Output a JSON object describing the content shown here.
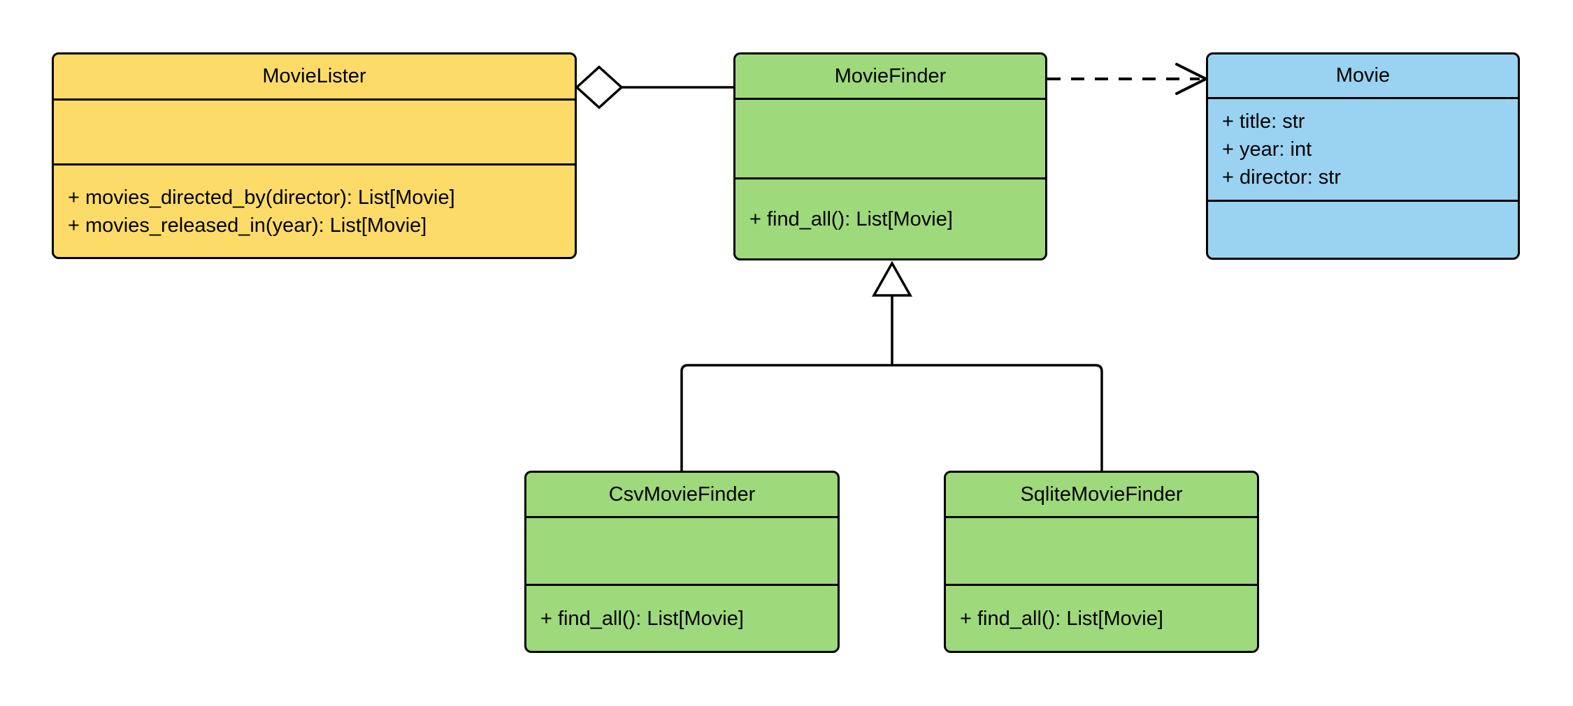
{
  "diagram": {
    "kind": "uml-class-diagram",
    "colors": {
      "class_yellow": "#fddb69",
      "class_green": "#9ed97c",
      "class_blue": "#9ad2f1",
      "stroke": "#000000",
      "background": "#ffffff"
    },
    "classes": [
      {
        "name": "MovieLister",
        "color": "#fddb69",
        "attributes": [],
        "methods": [
          "+ movies_directed_by(director): List[Movie]",
          "+ movies_released_in(year): List[Movie]"
        ]
      },
      {
        "name": "MovieFinder",
        "color": "#9ed97c",
        "attributes": [],
        "methods": [
          "+ find_all(): List[Movie]"
        ]
      },
      {
        "name": "Movie",
        "color": "#9ad2f1",
        "attributes": [
          "+ title: str",
          "+ year: int",
          "+ director: str"
        ],
        "methods": []
      },
      {
        "name": "CsvMovieFinder",
        "color": "#9ed97c",
        "attributes": [],
        "methods": [
          "+ find_all(): List[Movie]"
        ]
      },
      {
        "name": "SqliteMovieFinder",
        "color": "#9ed97c",
        "attributes": [],
        "methods": [
          "+ find_all(): List[Movie]"
        ]
      }
    ],
    "relationships": [
      {
        "type": "aggregation",
        "from": "MovieLister",
        "to": "MovieFinder",
        "marker": "hollow-diamond",
        "line": "solid"
      },
      {
        "type": "dependency",
        "from": "MovieFinder",
        "to": "Movie",
        "marker": "open-arrow",
        "line": "dashed"
      },
      {
        "type": "generalization",
        "from": "CsvMovieFinder",
        "to": "MovieFinder",
        "marker": "hollow-triangle",
        "line": "solid"
      },
      {
        "type": "generalization",
        "from": "SqliteMovieFinder",
        "to": "MovieFinder",
        "marker": "hollow-triangle",
        "line": "solid"
      }
    ]
  }
}
